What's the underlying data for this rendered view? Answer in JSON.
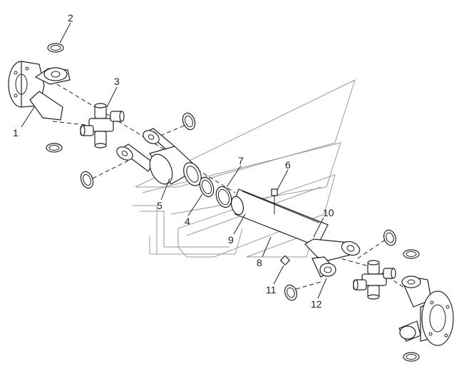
{
  "callouts": [
    {
      "id": "1",
      "text": "1",
      "part": "flange yoke"
    },
    {
      "id": "2",
      "text": "2",
      "part": "snap ring"
    },
    {
      "id": "3",
      "text": "3",
      "part": "universal joint cross"
    },
    {
      "id": "4",
      "text": "4",
      "part": "snap ring"
    },
    {
      "id": "5",
      "text": "5",
      "part": "slip yoke tube"
    },
    {
      "id": "6",
      "text": "6",
      "part": "grease fitting"
    },
    {
      "id": "7",
      "text": "7",
      "part": "seal ring"
    },
    {
      "id": "8",
      "text": "8",
      "part": "spline shaft"
    },
    {
      "id": "9",
      "text": "9",
      "part": "dust cap"
    },
    {
      "id": "10",
      "text": "10",
      "part": "yoke"
    },
    {
      "id": "11",
      "text": "11",
      "part": "plug"
    },
    {
      "id": "12",
      "text": "12",
      "part": "yoke bearing bore"
    }
  ],
  "watermark": {
    "icon": "brand-logo-watermark",
    "color": "#9a9a9a"
  },
  "line_color": "#222222"
}
